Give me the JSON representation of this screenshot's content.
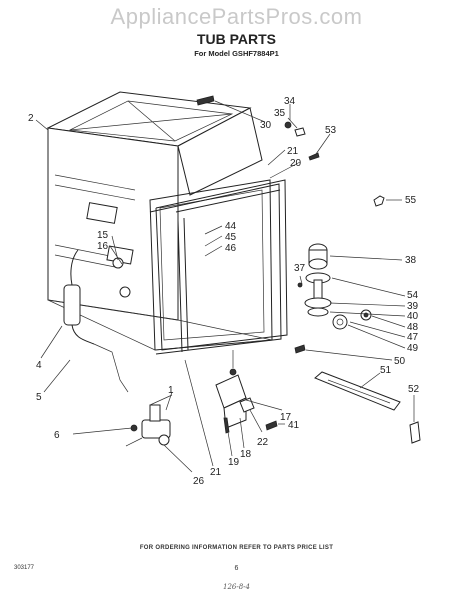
{
  "watermark": "AppliancePartsPros.com",
  "title": "TUB PARTS",
  "subtitle": "For Model GSHF7884P1",
  "footer": "FOR ORDERING INFORMATION REFER TO PARTS PRICE LIST",
  "code": "303177",
  "page_number": "6",
  "handwritten_note": "126-8-4",
  "callouts": {
    "c1": "1",
    "c2": "2",
    "c4": "4",
    "c5": "5",
    "c6": "6",
    "c15": "15",
    "c16": "16",
    "c17": "17",
    "c18": "18",
    "c19": "19",
    "c20": "20",
    "c21a": "21",
    "c21b": "21",
    "c22": "22",
    "c26": "26",
    "c30": "30",
    "c34": "34",
    "c35": "35",
    "c37": "37",
    "c38": "38",
    "c39": "39",
    "c40": "40",
    "c41": "41",
    "c44": "44",
    "c45": "45",
    "c46": "46",
    "c47": "47",
    "c48": "48",
    "c49": "49",
    "c50": "50",
    "c51": "51",
    "c52": "52",
    "c53": "53",
    "c54": "54",
    "c55": "55"
  }
}
